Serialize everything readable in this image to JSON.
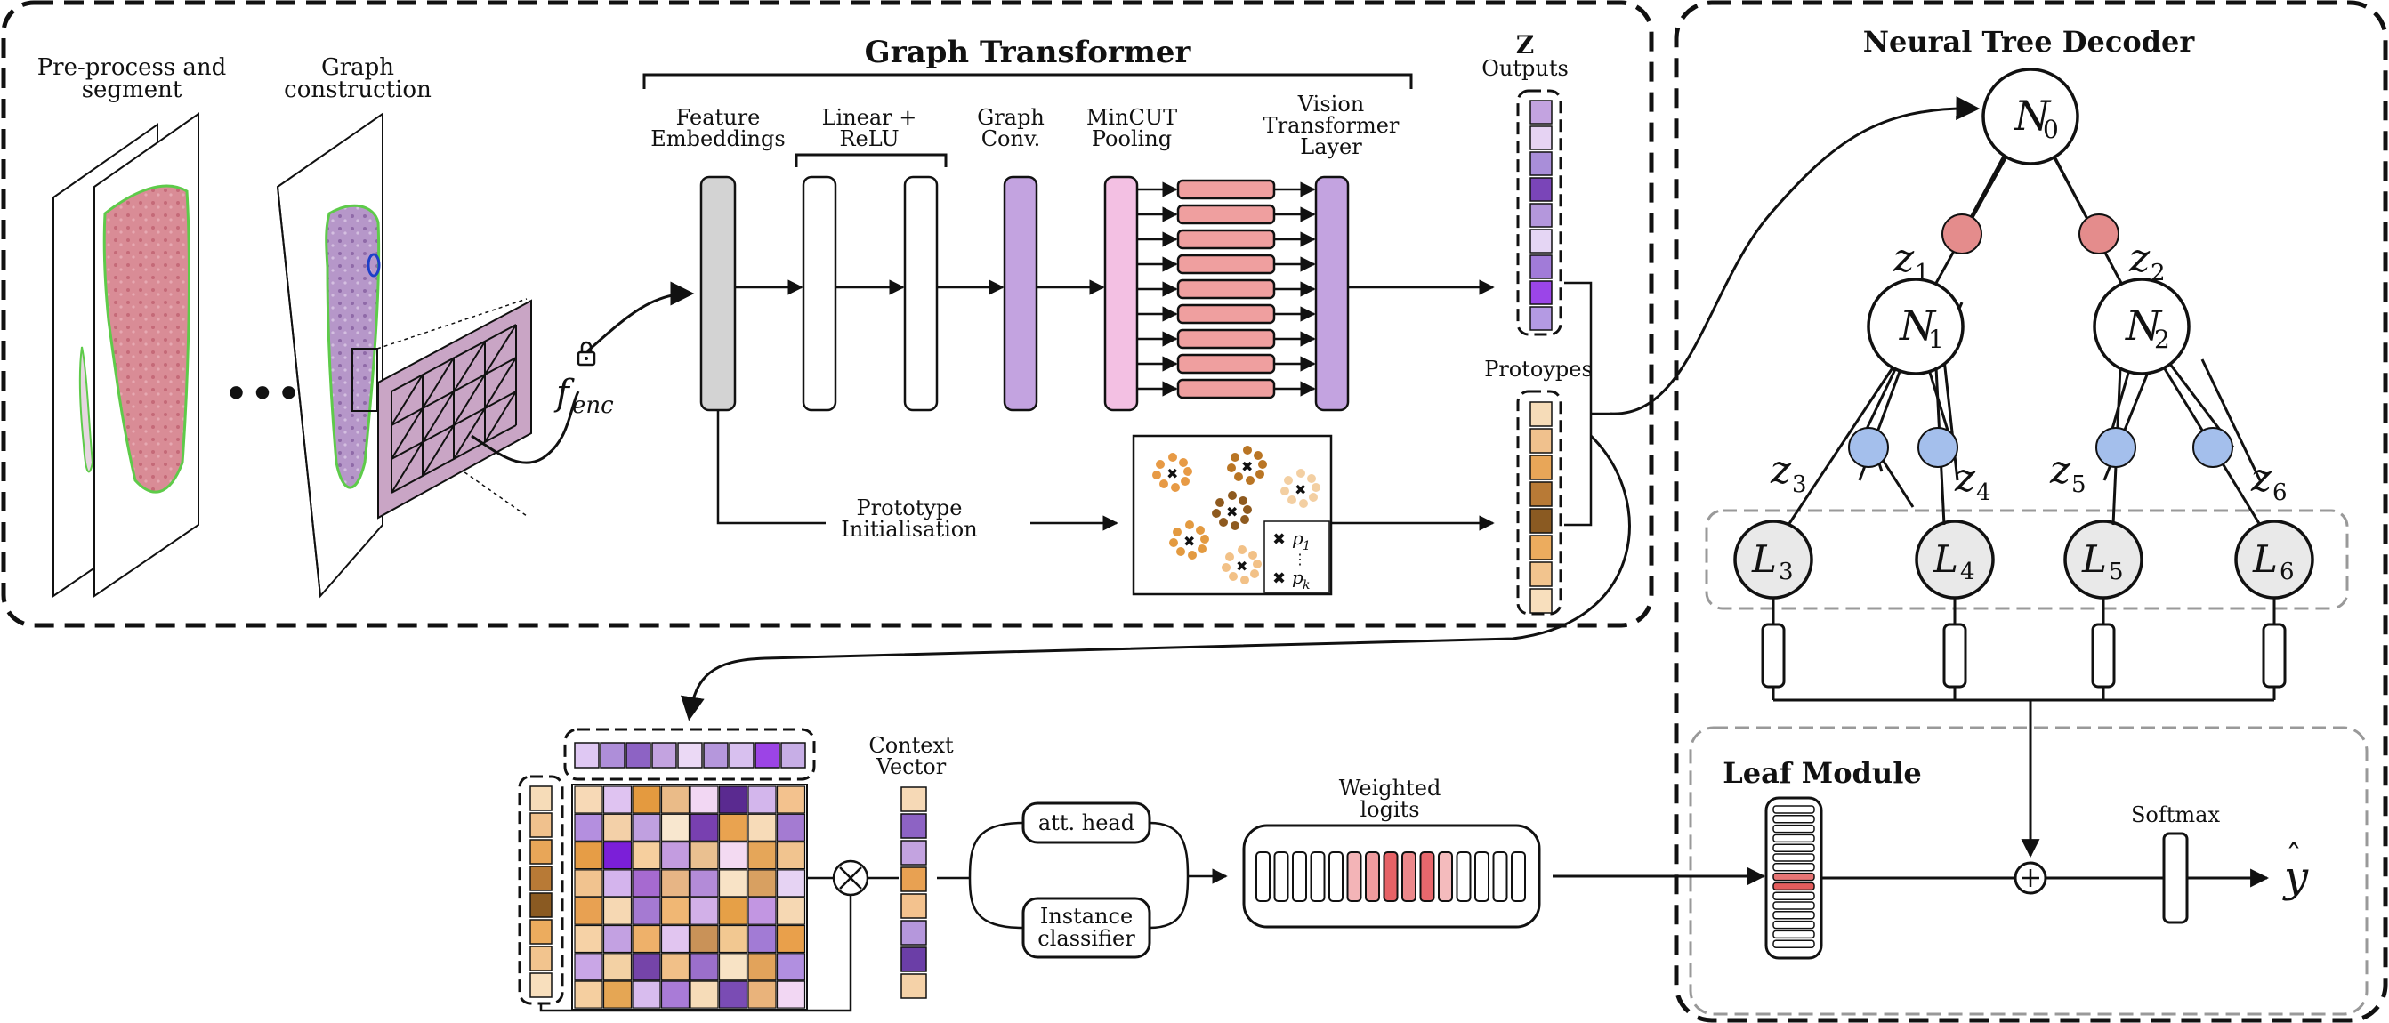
{
  "labels": {
    "preprocess": [
      "Pre-process and",
      "segment"
    ],
    "graph_construction": [
      "Graph",
      "construction"
    ],
    "f_enc": "f",
    "f_enc_sub": "enc",
    "graph_transformer": "Graph Transformer",
    "feature_embeddings": [
      "Feature",
      "Embeddings"
    ],
    "linear_relu": [
      "Linear +",
      "ReLU"
    ],
    "graph_conv": [
      "Graph",
      "Conv."
    ],
    "mincut": [
      "MinCUT",
      "Pooling"
    ],
    "vit": [
      "Vision",
      "Transformer",
      "Layer"
    ],
    "z": "Z",
    "outputs": "Outputs",
    "prototypes": "Protoypes",
    "proto_init": [
      "Prototype",
      "Initialisation"
    ],
    "p1": "p",
    "p1_sub": "1",
    "pk": "p",
    "pk_sub": "k",
    "ntd": "Neural Tree Decoder",
    "context_vector": [
      "Context",
      "Vector"
    ],
    "att_head": "att. head",
    "instance_classifier": [
      "Instance",
      "classifier"
    ],
    "weighted_logits": [
      "Weighted",
      "logits"
    ],
    "leaf_module": "Leaf Module",
    "softmax": "Softmax",
    "y_hat": "y"
  },
  "tree": {
    "nodes": [
      {
        "id": "N0",
        "main": "N",
        "sub": "0"
      },
      {
        "id": "N1",
        "main": "N",
        "sub": "1"
      },
      {
        "id": "N2",
        "main": "N",
        "sub": "2"
      }
    ],
    "leaves": [
      {
        "id": "L3",
        "main": "L",
        "sub": "3"
      },
      {
        "id": "L4",
        "main": "L",
        "sub": "4"
      },
      {
        "id": "L5",
        "main": "L",
        "sub": "5"
      },
      {
        "id": "L6",
        "main": "L",
        "sub": "6"
      }
    ],
    "edges": [
      {
        "main": "z",
        "sub": "1"
      },
      {
        "main": "z",
        "sub": "2"
      },
      {
        "main": "z",
        "sub": "3"
      },
      {
        "main": "z",
        "sub": "4"
      },
      {
        "main": "z",
        "sub": "5"
      },
      {
        "main": "z",
        "sub": "6"
      }
    ]
  },
  "colors": {
    "purple": "#c3a3e0",
    "pink": "#f3c0e3",
    "salmon": "#ef9f9f",
    "gray": "#d3d3d3",
    "edge_red": "#e48c8c",
    "edge_blue": "#a4bfec",
    "leaf_fill": "#e9e9e9",
    "tissue": "#d57f8a",
    "tissue2": "#a684b8"
  },
  "z_colors": [
    "#c3a3e0",
    "#e6d3f3",
    "#a98ed9",
    "#7a45b8",
    "#b497dc",
    "#e5d6f4",
    "#a17bd8",
    "#9b45e8",
    "#b49ae3"
  ],
  "proto_colors": [
    "#f6dcb8",
    "#f0c18d",
    "#e8a658",
    "#b87a36",
    "#8a5a22",
    "#ecac5e",
    "#f2c48e",
    "#f8dfbd"
  ],
  "top_vector_colors": [
    "#dfc8f3",
    "#ae8ed9",
    "#8d63c4",
    "#c3a3e0",
    "#ebd9f5",
    "#b597dc",
    "#d8c0ef",
    "#9c44e6",
    "#c7aee6"
  ],
  "matrix_colors": [
    [
      "#f7d9b6",
      "#dfc3f1",
      "#e49a3f",
      "#eabb88",
      "#f2d7f3",
      "#5a2a90",
      "#d3b6ec",
      "#f3c28e"
    ],
    [
      "#b48fdf",
      "#f3d0a8",
      "#c0a0e0",
      "#f8e7cf",
      "#7840b0",
      "#e9a350",
      "#f7dbb8",
      "#a47bd2"
    ],
    [
      "#e69d46",
      "#7b1fd8",
      "#f6cf9e",
      "#c39ce0",
      "#eac090",
      "#f3daf2",
      "#e5a659",
      "#f1c48f"
    ],
    [
      "#f1c38f",
      "#d4b4ed",
      "#a66ad0",
      "#e7b585",
      "#b38bd8",
      "#f8e3c6",
      "#d8a061",
      "#e6d3f3"
    ],
    [
      "#e8a152",
      "#f6d8b3",
      "#a57ad2",
      "#f0b774",
      "#d2b0e8",
      "#e6a047",
      "#c296e2",
      "#f6d8b3"
    ],
    [
      "#f6d2a6",
      "#c3a1e2",
      "#ee b16a",
      "#e1c5f0",
      "#c99258",
      "#f2c891",
      "#a27bd5",
      "#e9a04b"
    ],
    [
      "#c9a6e6",
      "#f3d1a4",
      "#7544a9",
      "#f1c088",
      "#9b6fcb",
      "#f8e3c5",
      "#e2a35b",
      "#b18fe0"
    ],
    [
      "#f5cfa0",
      "#e5a654",
      "#d8bcee",
      "#a97bd7",
      "#f6dcb8",
      "#7a4cb4",
      "#e9b37b",
      "#f2d7f3"
    ]
  ],
  "context_colors": [
    "#f6d9b6",
    "#8d63c4",
    "#c3a3e0",
    "#e8a152",
    "#f3c28e",
    "#b597dc",
    "#6b3ea7",
    "#f5d2a8"
  ],
  "logit_fill": [
    0,
    0,
    0,
    0,
    0,
    0.25,
    0.45,
    0.9,
    0.6,
    0.85,
    0.2,
    0,
    0,
    0,
    0
  ],
  "leaf_fill": [
    0,
    0,
    0,
    0,
    0,
    0,
    0,
    0.7,
    0.9,
    0,
    0,
    0,
    0,
    0,
    0
  ]
}
